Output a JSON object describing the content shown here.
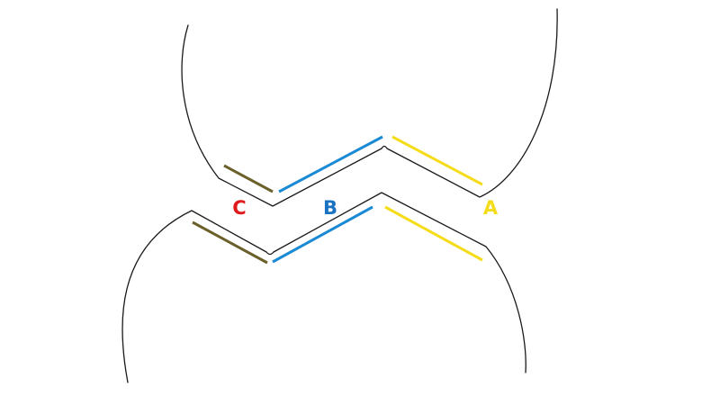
{
  "labels": {
    "a": "A",
    "b": "B",
    "c": "C"
  },
  "colors": {
    "outline": "#1a1a1a",
    "edge_a": "#f5dc1a",
    "edge_b": "#1a8ad4",
    "edge_c": "#6b5f2a",
    "label_a": "#f5dc1a",
    "label_b": "#1a73c2",
    "label_c": "#e01a1a"
  }
}
